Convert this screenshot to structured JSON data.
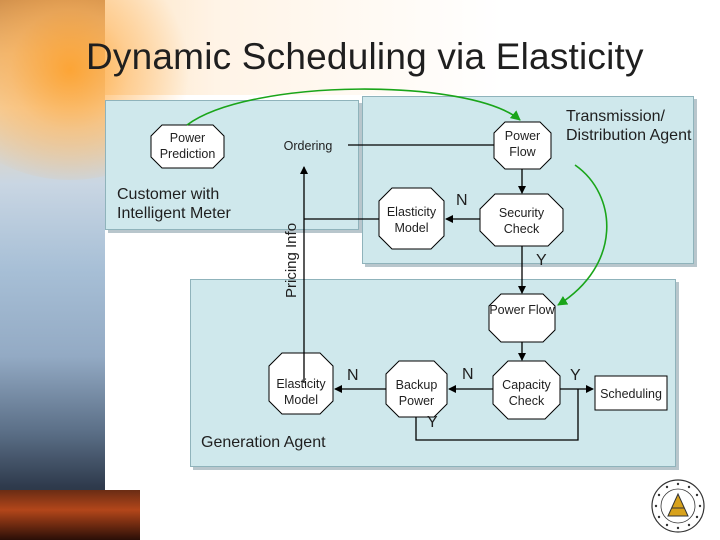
{
  "title": "Dynamic Scheduling via Elasticity",
  "nodes": {
    "power_prediction": "Power Prediction",
    "ordering": "Ordering",
    "power_flow_top": "Power Flow",
    "elasticity_model_top": "Elasticity Model",
    "security_check": "Security Check",
    "power_flow_bottom": "Power Flow",
    "elasticity_model_bottom": "Elasticity Model",
    "backup_power": "Backup Power",
    "capacity_check": "Capacity Check",
    "scheduling": "Scheduling"
  },
  "labels": {
    "customer_agent": "Customer with Intelligent Meter",
    "transmission_agent": "Transmission/ Distribution Agent",
    "generation_agent": "Generation Agent",
    "pricing_info": "Pricing Info"
  },
  "decisions": {
    "n_top": "N",
    "y_security": "Y",
    "n_elasticity": "N",
    "n_backup": "N",
    "y_backup": "Y",
    "y_capacity": "Y"
  },
  "colors": {
    "panel": "#cfe8ec",
    "green_arrow": "#1aa51a",
    "title": "#1f1f1f"
  }
}
